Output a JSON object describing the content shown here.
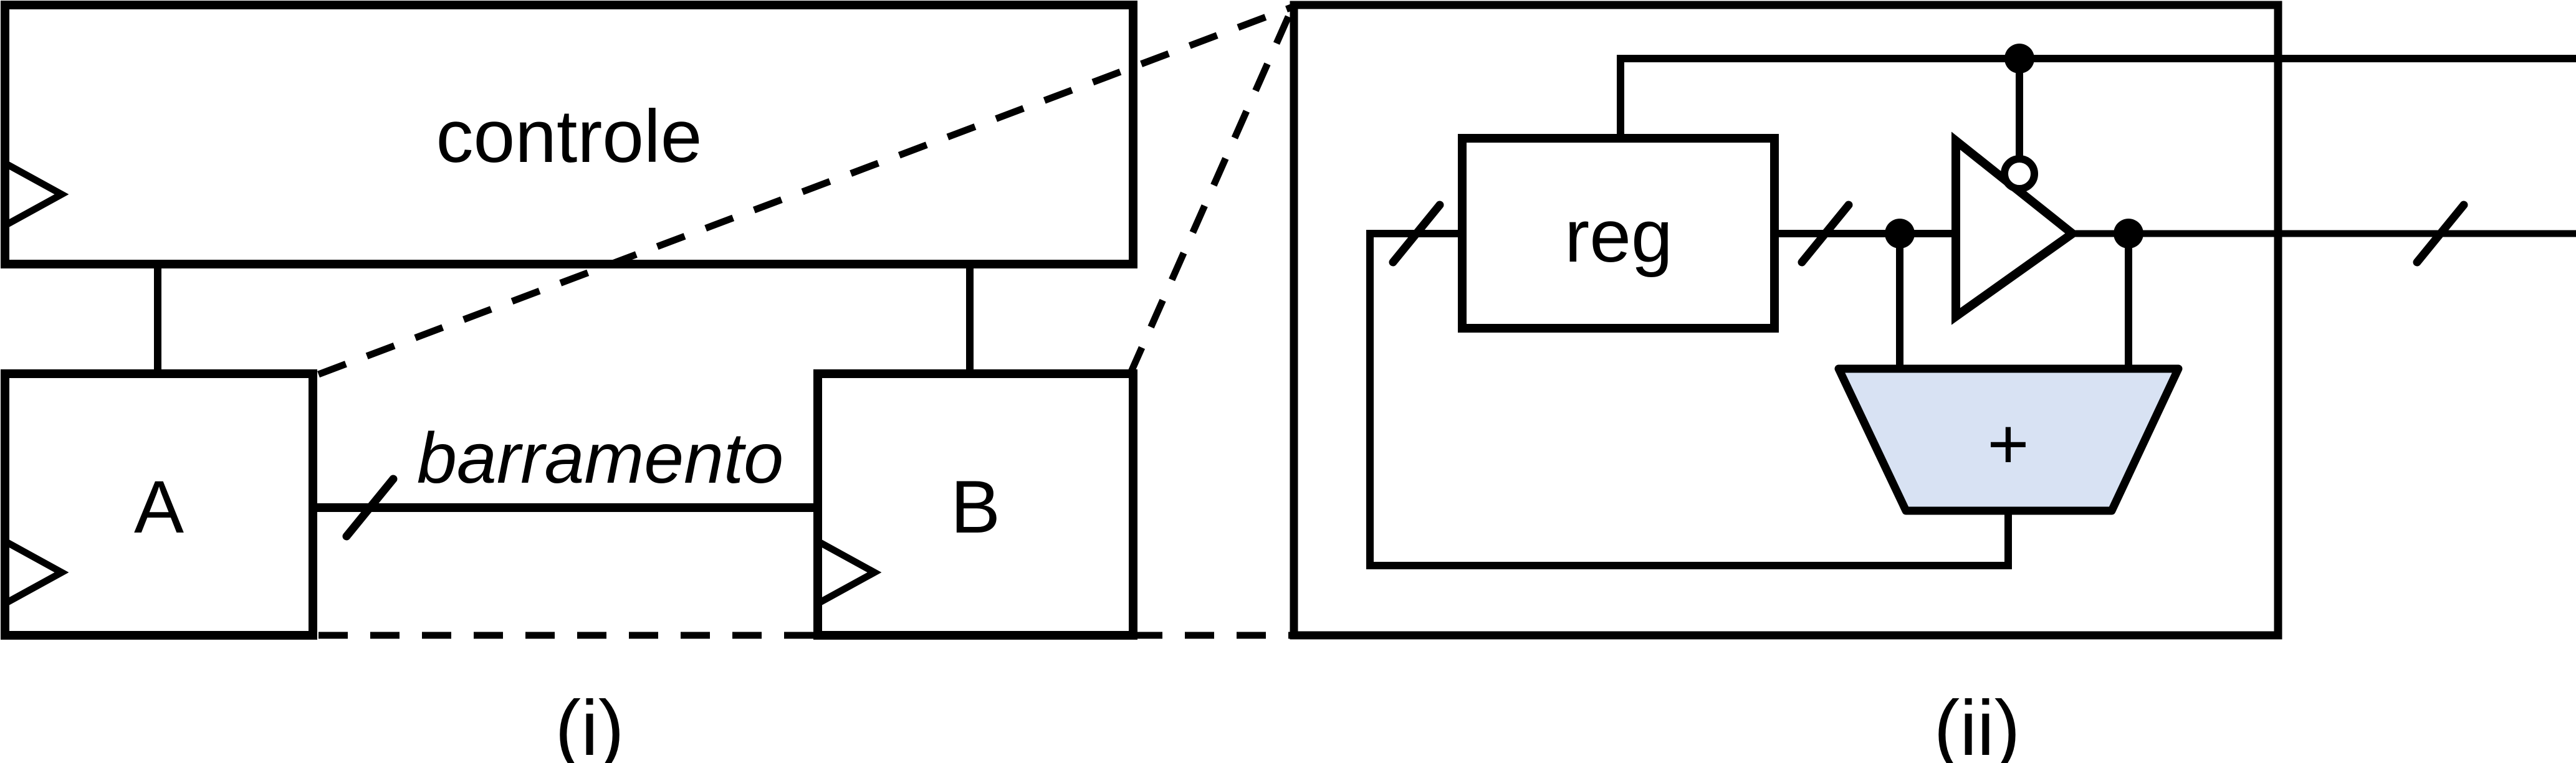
{
  "labels": {
    "control": "controle",
    "register_a": "A",
    "register_b": "B",
    "bus": "barramento",
    "register": "reg",
    "adder": "+",
    "caption_left": "(i)",
    "caption_right": "(ii)"
  },
  "colors": {
    "line": "#000000",
    "text": "#000000",
    "adder_fill": "#d8e2f3",
    "background": "#ffffff"
  }
}
